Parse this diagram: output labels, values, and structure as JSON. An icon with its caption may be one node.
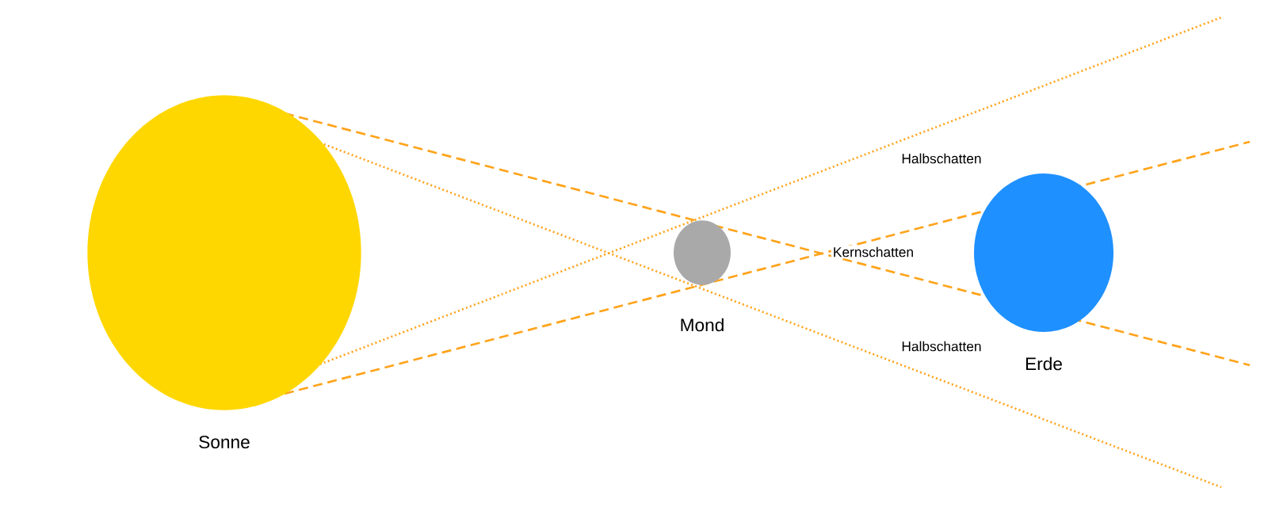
{
  "diagram": {
    "nodes": [
      {
        "text": [
          "Sonne"
        ]
      },
      {
        "text": [
          "Mond"
        ]
      },
      {
        "text": [
          "Erde"
        ]
      }
    ],
    "labels": [
      "Halbschatten",
      "Kernschatten",
      "Halbschatten"
    ]
  }
}
